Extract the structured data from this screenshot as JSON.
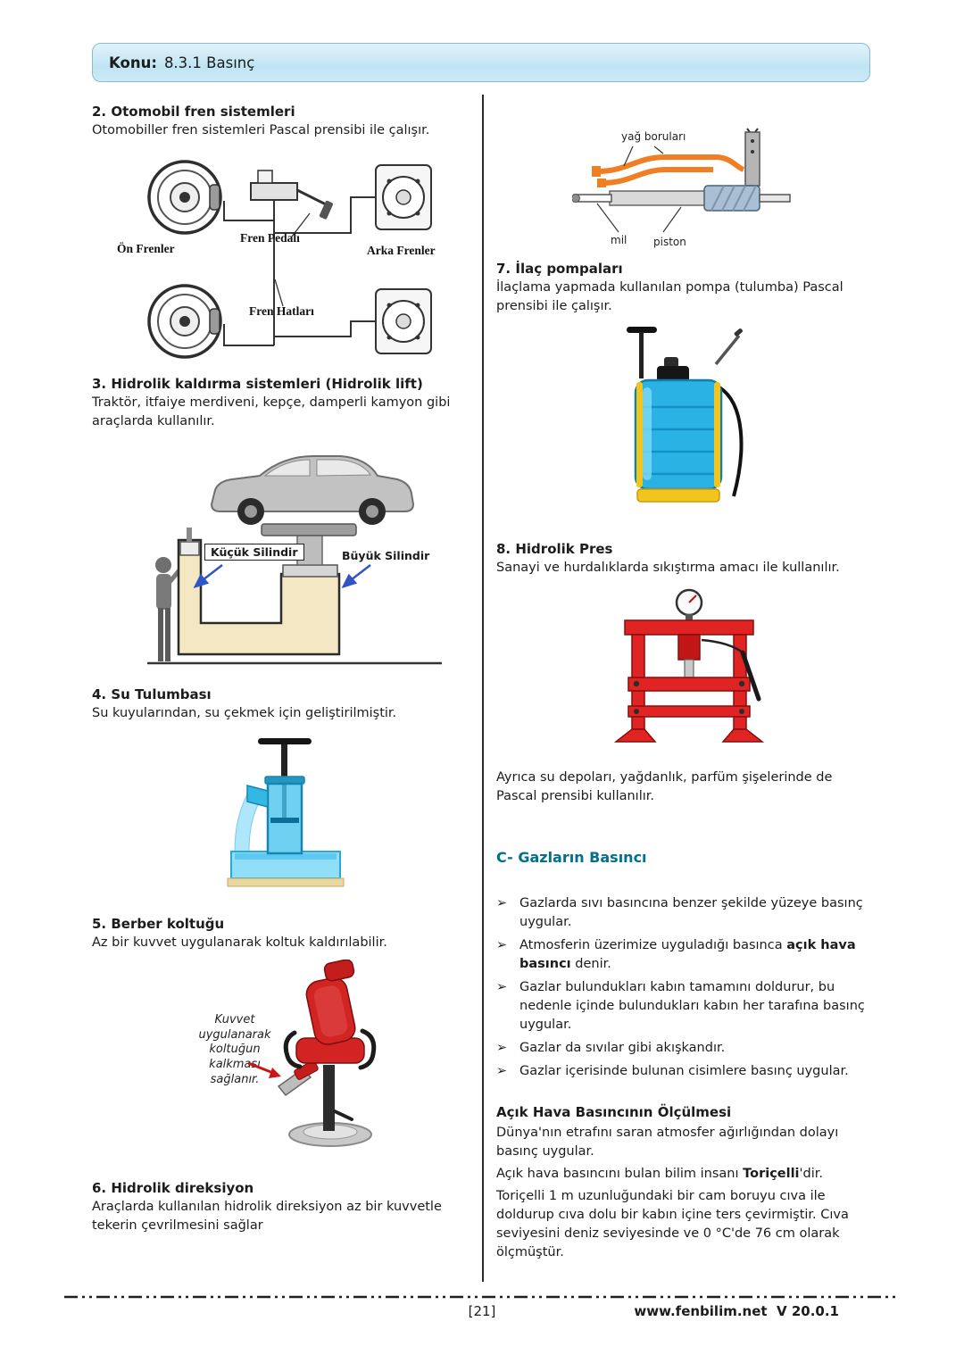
{
  "header": {
    "label": "Konu:",
    "value": "8.3.1 Basınç"
  },
  "sections": {
    "s2": {
      "title": "2. Otomobil fren sistemleri",
      "body": "Otomobiller fren sistemleri Pascal prensibi ile çalışır."
    },
    "s3": {
      "title": "3. Hidrolik kaldırma sistemleri (Hidrolik lift)",
      "body": "Traktör, itfaiye merdiveni, kepçe, damperli kamyon gibi araçlarda kullanılır."
    },
    "s4": {
      "title": "4. Su Tulumbası",
      "body": "Su kuyularından, su çekmek için geliştirilmiştir."
    },
    "s5": {
      "title": "5. Berber koltuğu",
      "body": "Az bir kuvvet uygulanarak koltuk kaldırılabilir."
    },
    "s6": {
      "title": "6. Hidrolik direksiyon",
      "body": "Araçlarda kullanılan hidrolik direksiyon az bir kuvvetle tekerin çevrilmesini sağlar"
    },
    "s7": {
      "title": "7. İlaç pompaları",
      "body": "İlaçlama yapmada kullanılan pompa (tulumba) Pascal prensibi ile çalışır."
    },
    "s8": {
      "title": "8. Hidrolik Pres",
      "body": "Sanayi ve hurdalıklarda sıkıştırma amacı ile kullanılır."
    }
  },
  "figures": {
    "brake": {
      "front": "Ön Frenler",
      "pedal": "Fren Pedalı",
      "rear": "Arka Frenler",
      "lines": "Fren Hatları"
    },
    "lift": {
      "small": "Küçük Silindir",
      "big": "Büyük Silindir"
    },
    "chair": {
      "annotation": "Kuvvet uygulanarak koltuğun kalkması sağlanır."
    },
    "steering": {
      "pipes": "yağ boruları",
      "shaft": "mil",
      "piston": "piston"
    }
  },
  "pascal_note": "Ayrıca su depoları, yağdanlık, parfüm şişelerinde de Pascal prensibi kullanılır.",
  "gases": {
    "title": "C- Gazların Basıncı",
    "bullet_glyph": "➢",
    "bullets": [
      {
        "pre": "Gazlarda sıvı basıncına benzer şekilde yüzeye basınç uygular.",
        "bold": "",
        "post": ""
      },
      {
        "pre": "Atmosferin üzerimize uyguladığı basınca ",
        "bold": "açık hava basıncı",
        "post": " denir."
      },
      {
        "pre": "Gazlar bulundukları kabın tamamını doldurur, bu nedenle içinde bulundukları kabın her tarafına basınç uygular.",
        "bold": "",
        "post": ""
      },
      {
        "pre": "Gazlar da sıvılar gibi akışkandır.",
        "bold": "",
        "post": ""
      },
      {
        "pre": "Gazlar içerisinde bulunan cisimlere basınç uygular.",
        "bold": "",
        "post": ""
      }
    ]
  },
  "open_air": {
    "title": "Açık Hava Basıncının Ölçülmesi",
    "p1": "Dünya'nın etrafını saran atmosfer ağırlığından dolayı basınç uygular.",
    "p2_pre": "Açık hava basıncını bulan bilim insanı ",
    "p2_bold": "Toriçelli",
    "p2_post": "'dir.",
    "p3": "Toriçelli 1 m uzunluğundaki bir cam boruyu cıva ile doldurup cıva dolu bir kabın içine ters çevirmiştir. Cıva seviyesini deniz seviyesinde ve 0 °C'de 76 cm olarak ölçmüştür."
  },
  "footer": {
    "page_number": "[21]",
    "site": "www.fenbilim.net",
    "version": "V 20.0.1"
  }
}
